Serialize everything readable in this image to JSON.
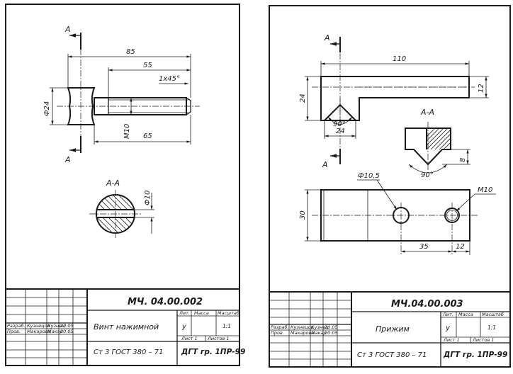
{
  "sheets": [
    {
      "view1": {
        "section_mark_top": "А",
        "section_mark_bottom": "А",
        "dims": {
          "length_overall": "85",
          "length_thread": "55",
          "chamfer": "1x45°",
          "diameter_head": "Ф24",
          "thread": "М10",
          "length_shank": "65"
        }
      },
      "section": {
        "title": "А-А",
        "dim": "Ф10"
      },
      "title_block": {
        "code": "МЧ. 04.00.002",
        "name": "Винт нажимной",
        "material": "Ст 3  ГОСТ 380 – 71",
        "group": "ДГТ гр. 1ПР-99",
        "hdr_lit": "Лит.",
        "hdr_mass": "Масса",
        "hdr_scale": "Масштаб",
        "lit_value": "у",
        "scale_value": "1:1",
        "sheet_label": "Лист 1",
        "sheets_label": "Листов 1",
        "row1_role": "Разраб.",
        "row1_name": "Кузнецов",
        "row1_sign": "Кузнец",
        "row1_date": "20.05",
        "row2_role": "Пров.",
        "row2_name": "Макарова",
        "row2_sign": "Макар",
        "row2_date": "20.05"
      }
    },
    {
      "view1": {
        "section_mark_top": "А",
        "section_mark_bottom": "А",
        "dims": {
          "length": "110",
          "height": "24",
          "thickness": "12",
          "angle": "90°",
          "vee_width": "24"
        }
      },
      "section": {
        "title": "А-А",
        "dim": "8",
        "angle": "90°"
      },
      "view2": {
        "dims": {
          "hole": "Ф10,5",
          "thread": "М10",
          "height": "30",
          "spacing": "35",
          "edge": "12"
        }
      },
      "title_block": {
        "code": "МЧ.04.00.003",
        "name": "Прижим",
        "material": "Ст 3  ГОСТ 380 – 71",
        "group": "ДГТ гр. 1ПР-99",
        "hdr_lit": "Лит.",
        "hdr_mass": "Масса",
        "hdr_scale": "Масштаб",
        "lit_value": "у",
        "scale_value": "1:1",
        "sheet_label": "Лист 1",
        "sheets_label": "Листов 1",
        "row1_role": "Разраб.",
        "row1_name": "Кузнецов",
        "row1_sign": "Кузнец",
        "row1_date": "20.05",
        "row2_role": "Пров.",
        "row2_name": "Макарова",
        "row2_sign": "Макар",
        "row2_date": "20.05"
      }
    }
  ]
}
